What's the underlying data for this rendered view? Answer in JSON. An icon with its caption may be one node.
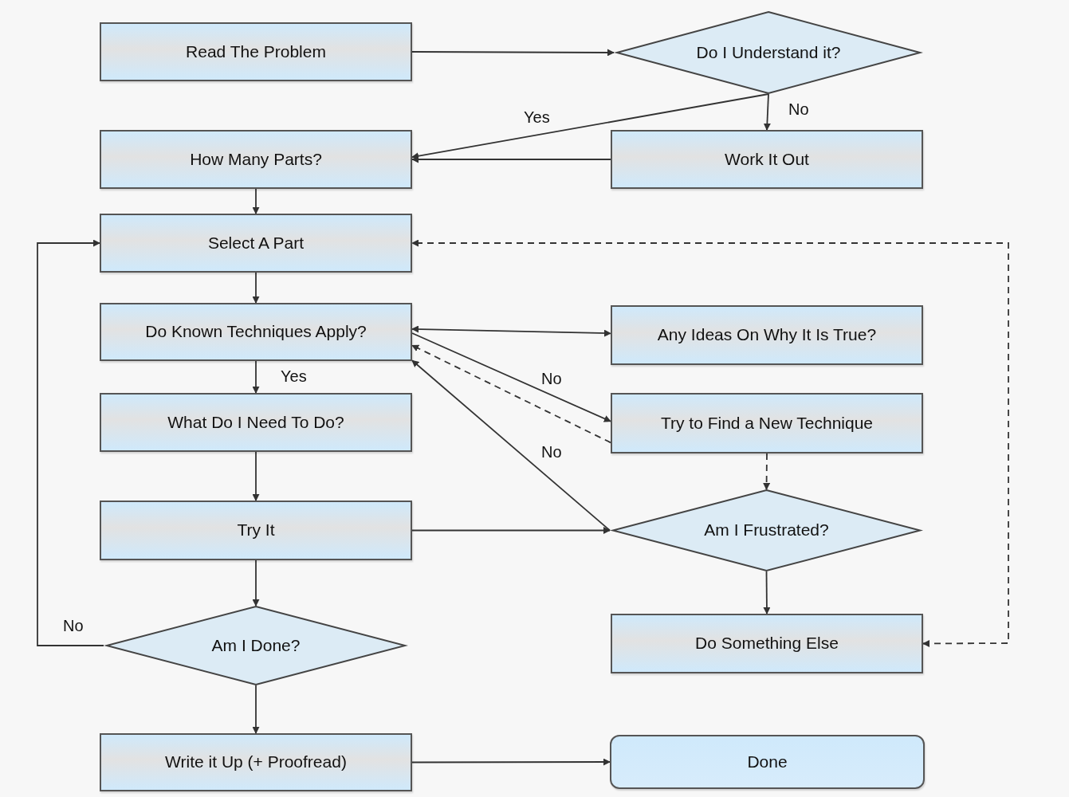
{
  "diagram": {
    "nodes": [
      {
        "text": [
          "Read The Problem"
        ]
      },
      {
        "text": [
          "Do I Understand it?"
        ]
      },
      {
        "text": [
          "How Many Parts?"
        ]
      },
      {
        "text": [
          "Work It Out"
        ]
      },
      {
        "text": [
          "Select A Part"
        ]
      },
      {
        "text": [
          "Do Known Techniques Apply?"
        ]
      },
      {
        "text": [
          "Any Ideas On Why It Is True?"
        ]
      },
      {
        "text": [
          "What Do I Need To Do?"
        ]
      },
      {
        "text": [
          "Try to Find a New Technique"
        ]
      },
      {
        "text": [
          "Try It"
        ]
      },
      {
        "text": [
          "Am I Frustrated?"
        ]
      },
      {
        "text": [
          "Am I Done?"
        ]
      },
      {
        "text": [
          "Do Something Else"
        ]
      },
      {
        "text": [
          "Write it Up (+ Proofread)"
        ]
      },
      {
        "text": [
          "Done"
        ]
      }
    ],
    "edges": [
      {
        "from": 0,
        "to": 1,
        "arrow": "to"
      },
      {
        "from": 1,
        "to": 2,
        "arrow": "to",
        "label": "Yes"
      },
      {
        "from": 1,
        "to": 3,
        "arrow": "to",
        "label": "No"
      },
      {
        "from": 3,
        "to": 2,
        "arrow": "to"
      },
      {
        "from": 2,
        "to": 4,
        "arrow": "to"
      },
      {
        "from": 4,
        "to": 5,
        "arrow": "to"
      },
      {
        "from": 5,
        "to": 6,
        "arrow": "both"
      },
      {
        "from": 5,
        "to": 8,
        "arrow": "to",
        "label": "No"
      },
      {
        "from": 8,
        "to": 5,
        "arrow": "to",
        "style": "dashed"
      },
      {
        "from": 10,
        "to": 5,
        "arrow": "to",
        "label": "No"
      },
      {
        "from": 5,
        "to": 7,
        "arrow": "to",
        "label": "Yes"
      },
      {
        "from": 7,
        "to": 9,
        "arrow": "to"
      },
      {
        "from": 9,
        "to": 10,
        "arrow": "to"
      },
      {
        "from": 9,
        "to": 11,
        "arrow": "to"
      },
      {
        "from": 11,
        "to": 4,
        "arrow": "to",
        "label": "No"
      },
      {
        "from": 8,
        "to": 10,
        "arrow": "to",
        "style": "dashed"
      },
      {
        "from": 10,
        "to": 12,
        "arrow": "to"
      },
      {
        "from": 12,
        "to": 4,
        "arrow": "both",
        "style": "dashed"
      },
      {
        "from": 11,
        "to": 13,
        "arrow": "to"
      },
      {
        "from": 13,
        "to": 14,
        "arrow": "to"
      }
    ]
  }
}
